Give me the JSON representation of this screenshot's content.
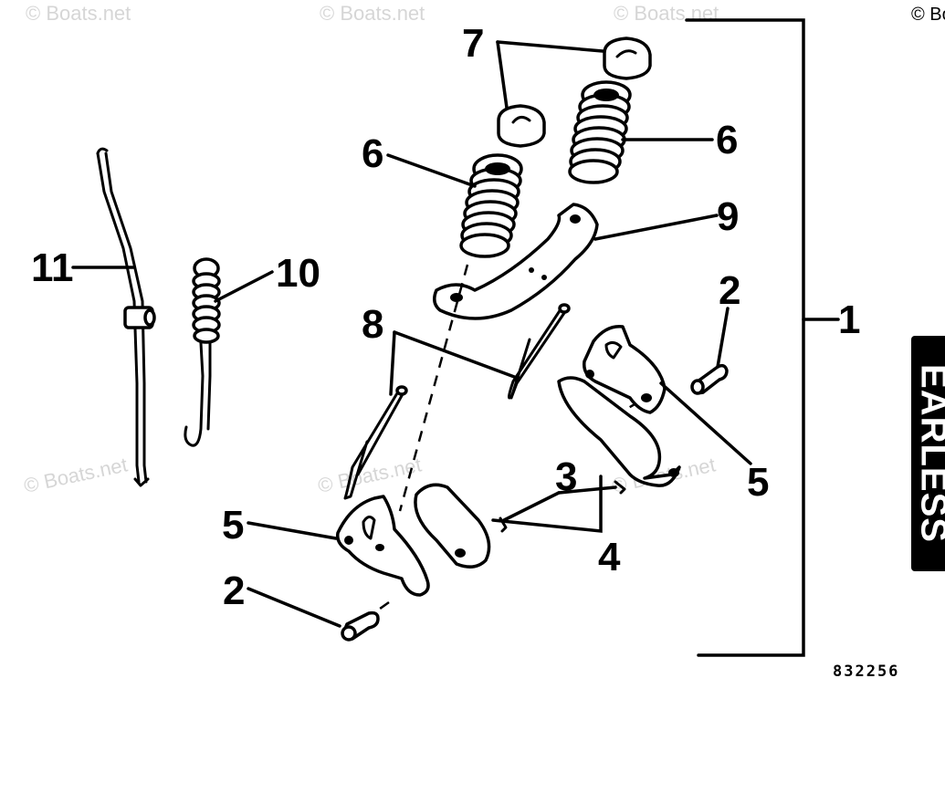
{
  "watermark": "© Boats.net",
  "side_tab": {
    "text": "EARLESS"
  },
  "diagram_number": "832256",
  "callouts": [
    "1",
    "2",
    "2",
    "3",
    "4",
    "5",
    "5",
    "6",
    "6",
    "7",
    "8",
    "9",
    "10",
    "11"
  ]
}
